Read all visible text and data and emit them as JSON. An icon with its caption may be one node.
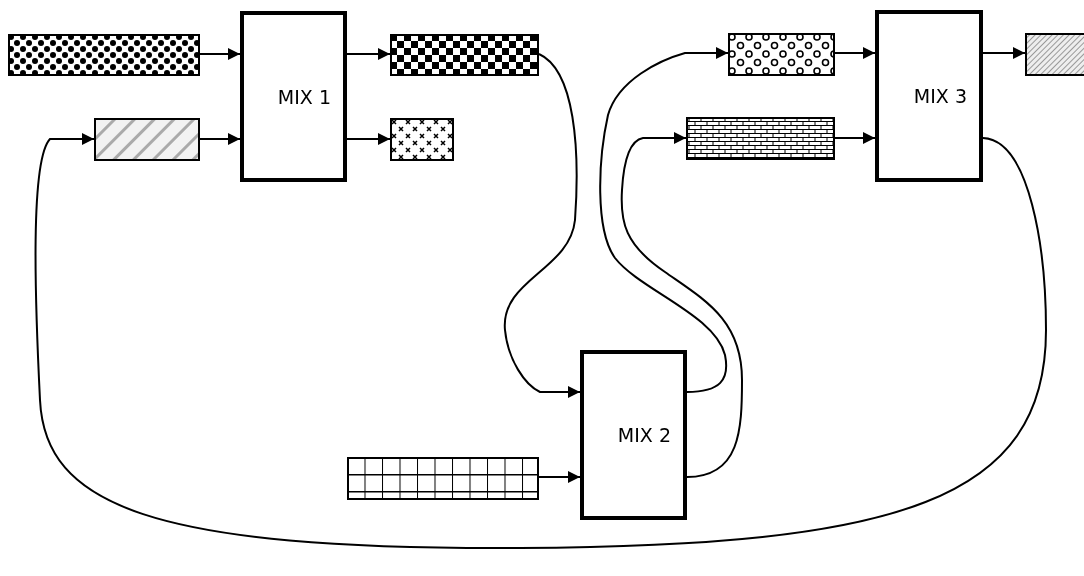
{
  "diagram": {
    "nodes": [
      {
        "text": [],
        "shape": "bar"
      },
      {
        "text": [
          "MIX 1"
        ]
      },
      {
        "text": [],
        "shape": "bar"
      },
      {
        "text": [],
        "shape": "bar"
      },
      {
        "text": [],
        "shape": "bar"
      },
      {
        "text": [],
        "shape": "bar"
      },
      {
        "text": [],
        "shape": "bar"
      },
      {
        "text": [
          "MIX 3"
        ]
      },
      {
        "text": [],
        "shape": "bar"
      },
      {
        "text": [
          "MIX 2"
        ]
      },
      {
        "text": [],
        "shape": "bar"
      }
    ],
    "edges": [
      {
        "from": 0,
        "to": 1,
        "arrow": "to"
      },
      {
        "from": 2,
        "to": 1,
        "arrow": "to"
      },
      {
        "from": 1,
        "to": 3,
        "arrow": "to"
      },
      {
        "from": 1,
        "to": 4,
        "arrow": "to"
      },
      {
        "from": 3,
        "to": 9,
        "arrow": "to"
      },
      {
        "from": 10,
        "to": 9,
        "arrow": "to"
      },
      {
        "from": 9,
        "to": 5,
        "arrow": "to"
      },
      {
        "from": 9,
        "to": 8,
        "arrow": "to"
      },
      {
        "from": 5,
        "to": 7,
        "arrow": "to"
      },
      {
        "from": 8,
        "to": 7,
        "arrow": "to"
      },
      {
        "from": 7,
        "to": 6,
        "arrow": "to"
      },
      {
        "from": 7,
        "to": 2,
        "arrow": "to"
      }
    ]
  }
}
